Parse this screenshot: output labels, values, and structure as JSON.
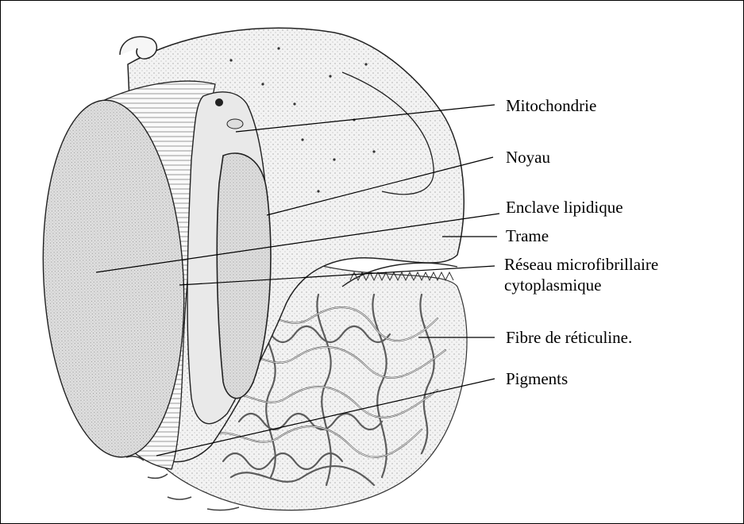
{
  "labels": {
    "mitochondrie": "Mitochondrie",
    "noyau": "Noyau",
    "enclave_lipidique": "Enclave lipidique",
    "trame": "Trame",
    "reseau_line1": "Réseau microfibrillaire",
    "reseau_line2": "cytoplasmique",
    "fibre_reticuline": "Fibre de réticuline.",
    "pigments": "Pigments"
  },
  "colors": {
    "ink": "#000000",
    "background": "#ffffff",
    "disc_fill": "#d9d9d9",
    "stipple_fill": "#efefef"
  }
}
